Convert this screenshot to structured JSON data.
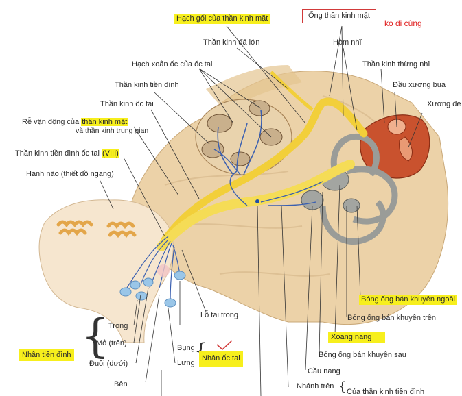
{
  "labels": {
    "hach_goi": "Hạch gối của thần kinh mặt",
    "ong_than_kinh_mat": "Ống thần kinh mặt",
    "ko_di_cung": "ko đi cùng",
    "than_kinh_da_lon": "Thần kinh đá lớn",
    "hom_nhi": "Hòm nhĩ",
    "hach_xoan_oc": "Hạch xoắn ốc của ốc tai",
    "than_kinh_thung_nhi": "Thần kinh thừng nhĩ",
    "than_kinh_tien_dinh": "Thần kinh tiền đình",
    "dau_xuong_bua": "Đầu xương búa",
    "than_kinh_oc_tai": "Thần kinh ốc tai",
    "xuong_de": "Xương đe",
    "re_van_dong_prefix": "Rễ vận động của",
    "re_van_dong_hl": "thần kinh mặt",
    "re_van_dong_line2": "và thần kinh trung gian",
    "tk_tien_dinh_oc_tai_prefix": "Thần kinh tiền đình ốc tai",
    "tk_tien_dinh_oc_tai_hl": "(VIII)",
    "hanh_nao": "Hành não (thiết đồ ngang)",
    "bong_ngoai": "Bóng ống bán khuyên ngoài",
    "lo_tai_trong": "Lỗ tai trong",
    "bong_tren": "Bóng ống bán khuyên trên",
    "trong": "Trong",
    "xoang_nang": "Xoang nang",
    "mo_tren": "Mỏ (trên)",
    "nhan_tien_dinh": "Nhân tiền đình",
    "duoi_duoi": "Đuôi (dưới)",
    "bung": "Bụng",
    "lung": "Lưng",
    "nhan_oc_tai": "Nhân ốc tai",
    "bong_sau": "Bóng ống bán khuyên sau",
    "cau_nang": "Cầu nang",
    "ben": "Bên",
    "nhanh_tren": "Nhánh trên",
    "cua_tk_tien_dinh": "Của thần kinh tiền đình"
  },
  "colors": {
    "highlight": "#f7ef1d",
    "nerve": "#f2cf3a",
    "bone": "#ecd2a8",
    "annotation_red": "#e02020",
    "leader": "#333333"
  }
}
